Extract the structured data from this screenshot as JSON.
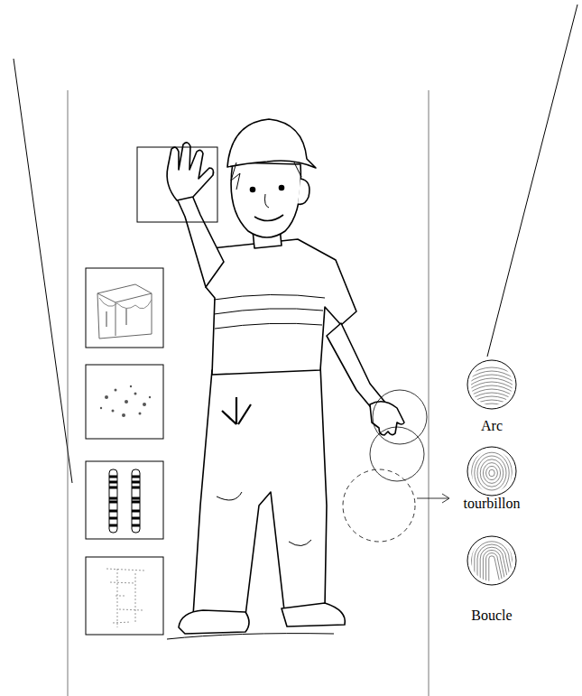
{
  "diagram": {
    "nodes": [
      {
        "text": [
          "Arc"
        ]
      },
      {
        "text": [
          "tourbillon"
        ]
      },
      {
        "text": [
          "Boucle"
        ]
      }
    ]
  }
}
